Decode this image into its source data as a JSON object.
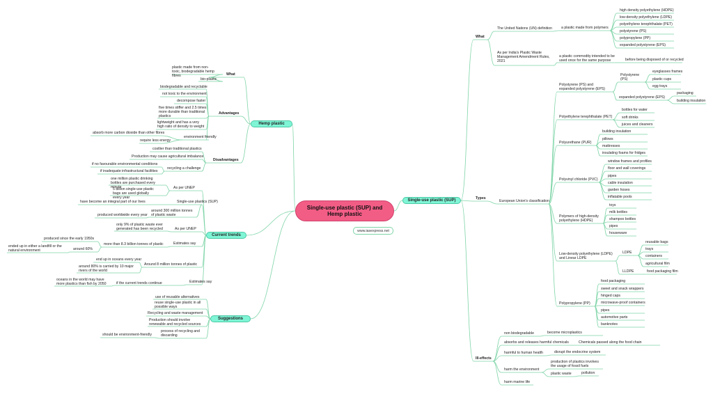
{
  "center": {
    "title": "Single-use plastic (SUP) and Hemp plastic",
    "url": "www.iasexpress.net"
  },
  "colors": {
    "center": "#f25d86",
    "node": "#7ff5d6",
    "line": "#7ed4a7"
  },
  "main_nodes": [
    "Hemp plastic",
    "Current trends",
    "Suggestions",
    "Single-use plastic (SUP)"
  ],
  "hemp": {
    "what": "What",
    "what_items": [
      "plastic made from non-toxic, biodegradable hemp fibres",
      "bio-plastic"
    ],
    "advantages": "Advantages",
    "adv_items": [
      "biodegradable and recyclable",
      "not toxic to the environment",
      "decompose faster",
      "five times stiffer and 2.5 times more durable than traditional plastics",
      "lightweight and has a very high ratio of density to weight",
      "environment friendly",
      "absorb more carbon dioxide than other fibres",
      "require less energy"
    ],
    "disadvantages": "Disadvantages",
    "dis_items": [
      "costlier than traditional plastics",
      "Production may cause agricultural imbalance",
      "recycling  a challenge",
      "if no favourable environmental conditions",
      "if inadequate infrastructural facilities"
    ]
  },
  "trends": {
    "unep1": "As per UNEP",
    "unep1_items": [
      "one million plastic drinking bottles are purchased every minute",
      "5 billion single-use plastic bags are used globally every year"
    ],
    "sup": "Single-use plastics (SUP)",
    "sup_items": [
      "have become an integral part of our lives",
      "around 300 million tonnes of plastic waste",
      "produced worldwide every year"
    ],
    "unep2": "As per UNEP",
    "unep2_items": [
      "only 9% of plastic waste ever generated has been recycled"
    ],
    "estimates": "Estimates say",
    "est_items": [
      "more than 8.3 billion tonnes of plastic",
      "produced since the early 1950s",
      "around 60%",
      "ended up in either a landfill or the natural environment"
    ],
    "eight": "Around 8 million tonnes of plastic",
    "eight_items": [
      "end up in oceans every year",
      "around 80% is carried by 10 major rivers of the world"
    ],
    "est2": "Estimates say",
    "est2_items": [
      "if the current trends continue",
      "oceans in the world may have more plastics than fish by 2050"
    ]
  },
  "suggestions": {
    "items": [
      "use of reusable alternatives",
      "reuse single-use plastic in all possible ways",
      "Recycling and waste management",
      "Production should involve renewable and recycled sources",
      "process of recycling and discarding",
      "should be environment-friendly"
    ]
  },
  "sup": {
    "what": "What",
    "un": "The United Nations (UN) definition",
    "un_def": "a plastic made from polymers",
    "polymers": [
      "high density polyethylene (HDPE)",
      "low-density polyethylene (LDPE)",
      "polyethylene terephthalate (PET)",
      "polystyrene (PS)",
      "polypropylene (PP)",
      "expanded polystyrene (EPS)"
    ],
    "india": "As per India's Plastic Waste Management Amendment Rules, 2021",
    "india_def": "a plastic commodity intended to be used once for the same purpose",
    "india_def2": "before being disposed of or recycled",
    "types": "Types",
    "eu": "European Union's classification",
    "ps_group": "Polystyrene (PS) and expanded polystyrene (EPS)",
    "ps": "Polystyrene (PS)",
    "ps_items": [
      "eyeglasses frames",
      "plastic cups",
      "egg trays"
    ],
    "eps": "expanded polystyrene (EPS)",
    "eps_items": [
      "packaging",
      "building insulation"
    ],
    "pet": "Polyethylene terephthalate (PET)",
    "pet_items": [
      "bottles for water",
      "soft drinks",
      "juices and cleaners"
    ],
    "pur": "Polyurethane (PUR)",
    "pur_items": [
      "building insulation",
      "pillows",
      "mattresses",
      "insulating foams for fridges"
    ],
    "pvc": "Polyvinyl chloride (PVC)",
    "pvc_items": [
      "window frames and profiles",
      "floor and wall coverings",
      "pipes",
      "cable insulation",
      "garden hoses",
      "inflatable pools"
    ],
    "hdpe": "Polymers of high-density polyethylene (HDPE)",
    "hdpe_items": [
      "toys",
      "milk bottles",
      "shampoo bottles",
      "pipes",
      "houseware"
    ],
    "ldpe_group": "Low-density polyethylene (LDPE) and Linear LDPE",
    "ldpe": "LDPE",
    "ldpe_items": [
      "reusable bags",
      "trays",
      "containers",
      "agricultural film"
    ],
    "lldpe": "LLDPE",
    "lldpe_items": [
      "food packaging film"
    ],
    "pp": "Polypropylene (PP)",
    "pp_items": [
      "food packaging",
      "sweet and snack wrappers",
      "hinged caps",
      "microwave-proof containers",
      "pipes",
      "automotive parts",
      "banknotes"
    ],
    "ill": "Ill-effects",
    "ill_items": [
      "non biodegradable",
      "become microplastics",
      "absorbs and releases harmful chemicals",
      "Chemicals passed along the food chain",
      "harmful to human health",
      "disrupt the endocrine system",
      "harm the environment",
      "production of plastics involves the usage of fossil fuels",
      "plastic waste",
      "pollution",
      "harm marine life"
    ]
  }
}
